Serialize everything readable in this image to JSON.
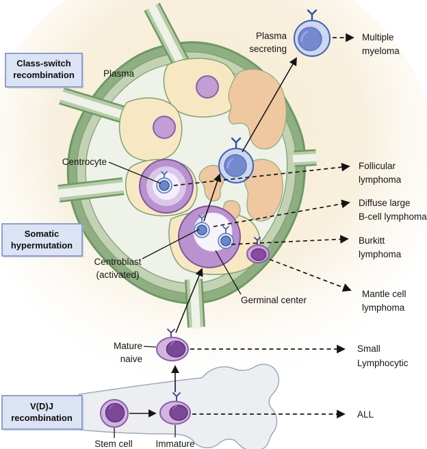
{
  "figure": {
    "process_boxes": {
      "class_switch": {
        "line1": "Class-switch",
        "line2": "recombination"
      },
      "somatic": {
        "line1": "Somatic",
        "line2": "hypermutation"
      },
      "vdj": {
        "line1": "V(D)J",
        "line2": "recombination"
      }
    },
    "cell_labels": {
      "plasma": "Plasma",
      "plasma_secreting_1": "Plasma",
      "plasma_secreting_2": "secreting",
      "centrocyte": "Centrocyte",
      "centroblast_1": "Centroblast",
      "centroblast_2": "(activated)",
      "germinal_center": "Germinal center",
      "mature_1": "Mature",
      "mature_2": "naive",
      "stem_cell": "Stem cell",
      "immature": "Immature"
    },
    "disease_labels": {
      "multiple_myeloma_1": "Multiple",
      "multiple_myeloma_2": "myeloma",
      "follicular_1": "Follicular",
      "follicular_2": "lymphoma",
      "dlbcl_1": "Diffuse large",
      "dlbcl_2": "B-cell lymphoma",
      "burkitt_1": "Burkitt",
      "burkitt_2": "lymphoma",
      "mantle_1": "Mantle cell",
      "mantle_2": "lymphoma",
      "small_lymphocytic_1": "Small",
      "small_lymphocytic_2": "Lymphocytic",
      "all": "ALL"
    },
    "colors": {
      "background_glow": "#f6ecd2",
      "capsule_green": "#8fae82",
      "capsule_outline": "#6d9865",
      "capsule_inner_band": "#c2d2b2",
      "sinus": "#eef2e9",
      "follicle_cream": "#f7e8c3",
      "medulla_salmon": "#efc7a0",
      "b_cell_purple": "#b992cf",
      "purple_outline": "#7d569c",
      "dark_nucleus_purple": "#7b4898",
      "plasma_cell_blue": "#cdd8f0",
      "nucleus_blue": "#7589cd",
      "antibody_navy": "#2f4da8",
      "label_box_fill": "#dbe3f4",
      "label_box_border": "#8497cb",
      "bone_fill": "#eceef2",
      "bone_outline": "#9aaabb"
    }
  }
}
